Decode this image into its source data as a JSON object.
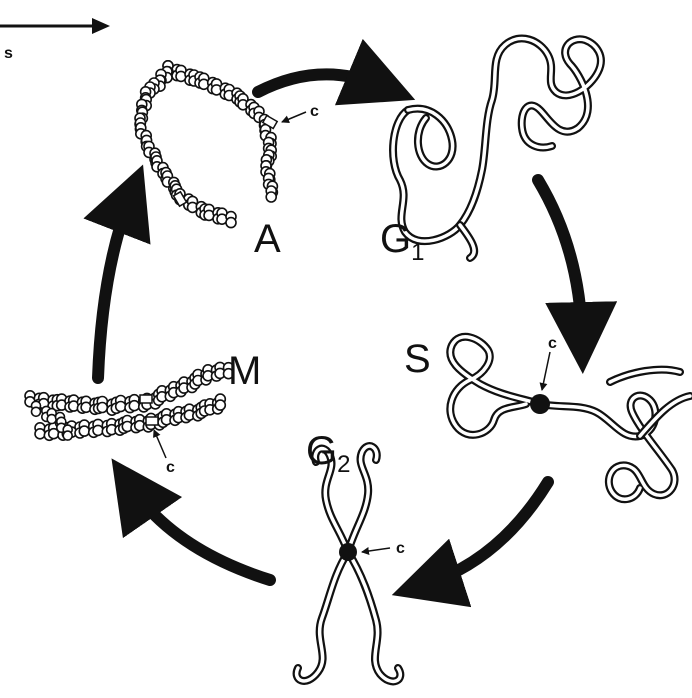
{
  "diagram": {
    "labels": {
      "anaphase": "A",
      "g1": "G",
      "g1_sub": "1",
      "s_phase": "S",
      "g2": "G",
      "g2_sub": "2",
      "mitosis": "M",
      "centromere": "c",
      "top_left": "s"
    },
    "arrows": [
      "A → G1",
      "G1 → S",
      "S → G2",
      "G2 → M",
      "M → A"
    ],
    "colors": {
      "ink": "#111111",
      "background": "#ffffff"
    }
  }
}
